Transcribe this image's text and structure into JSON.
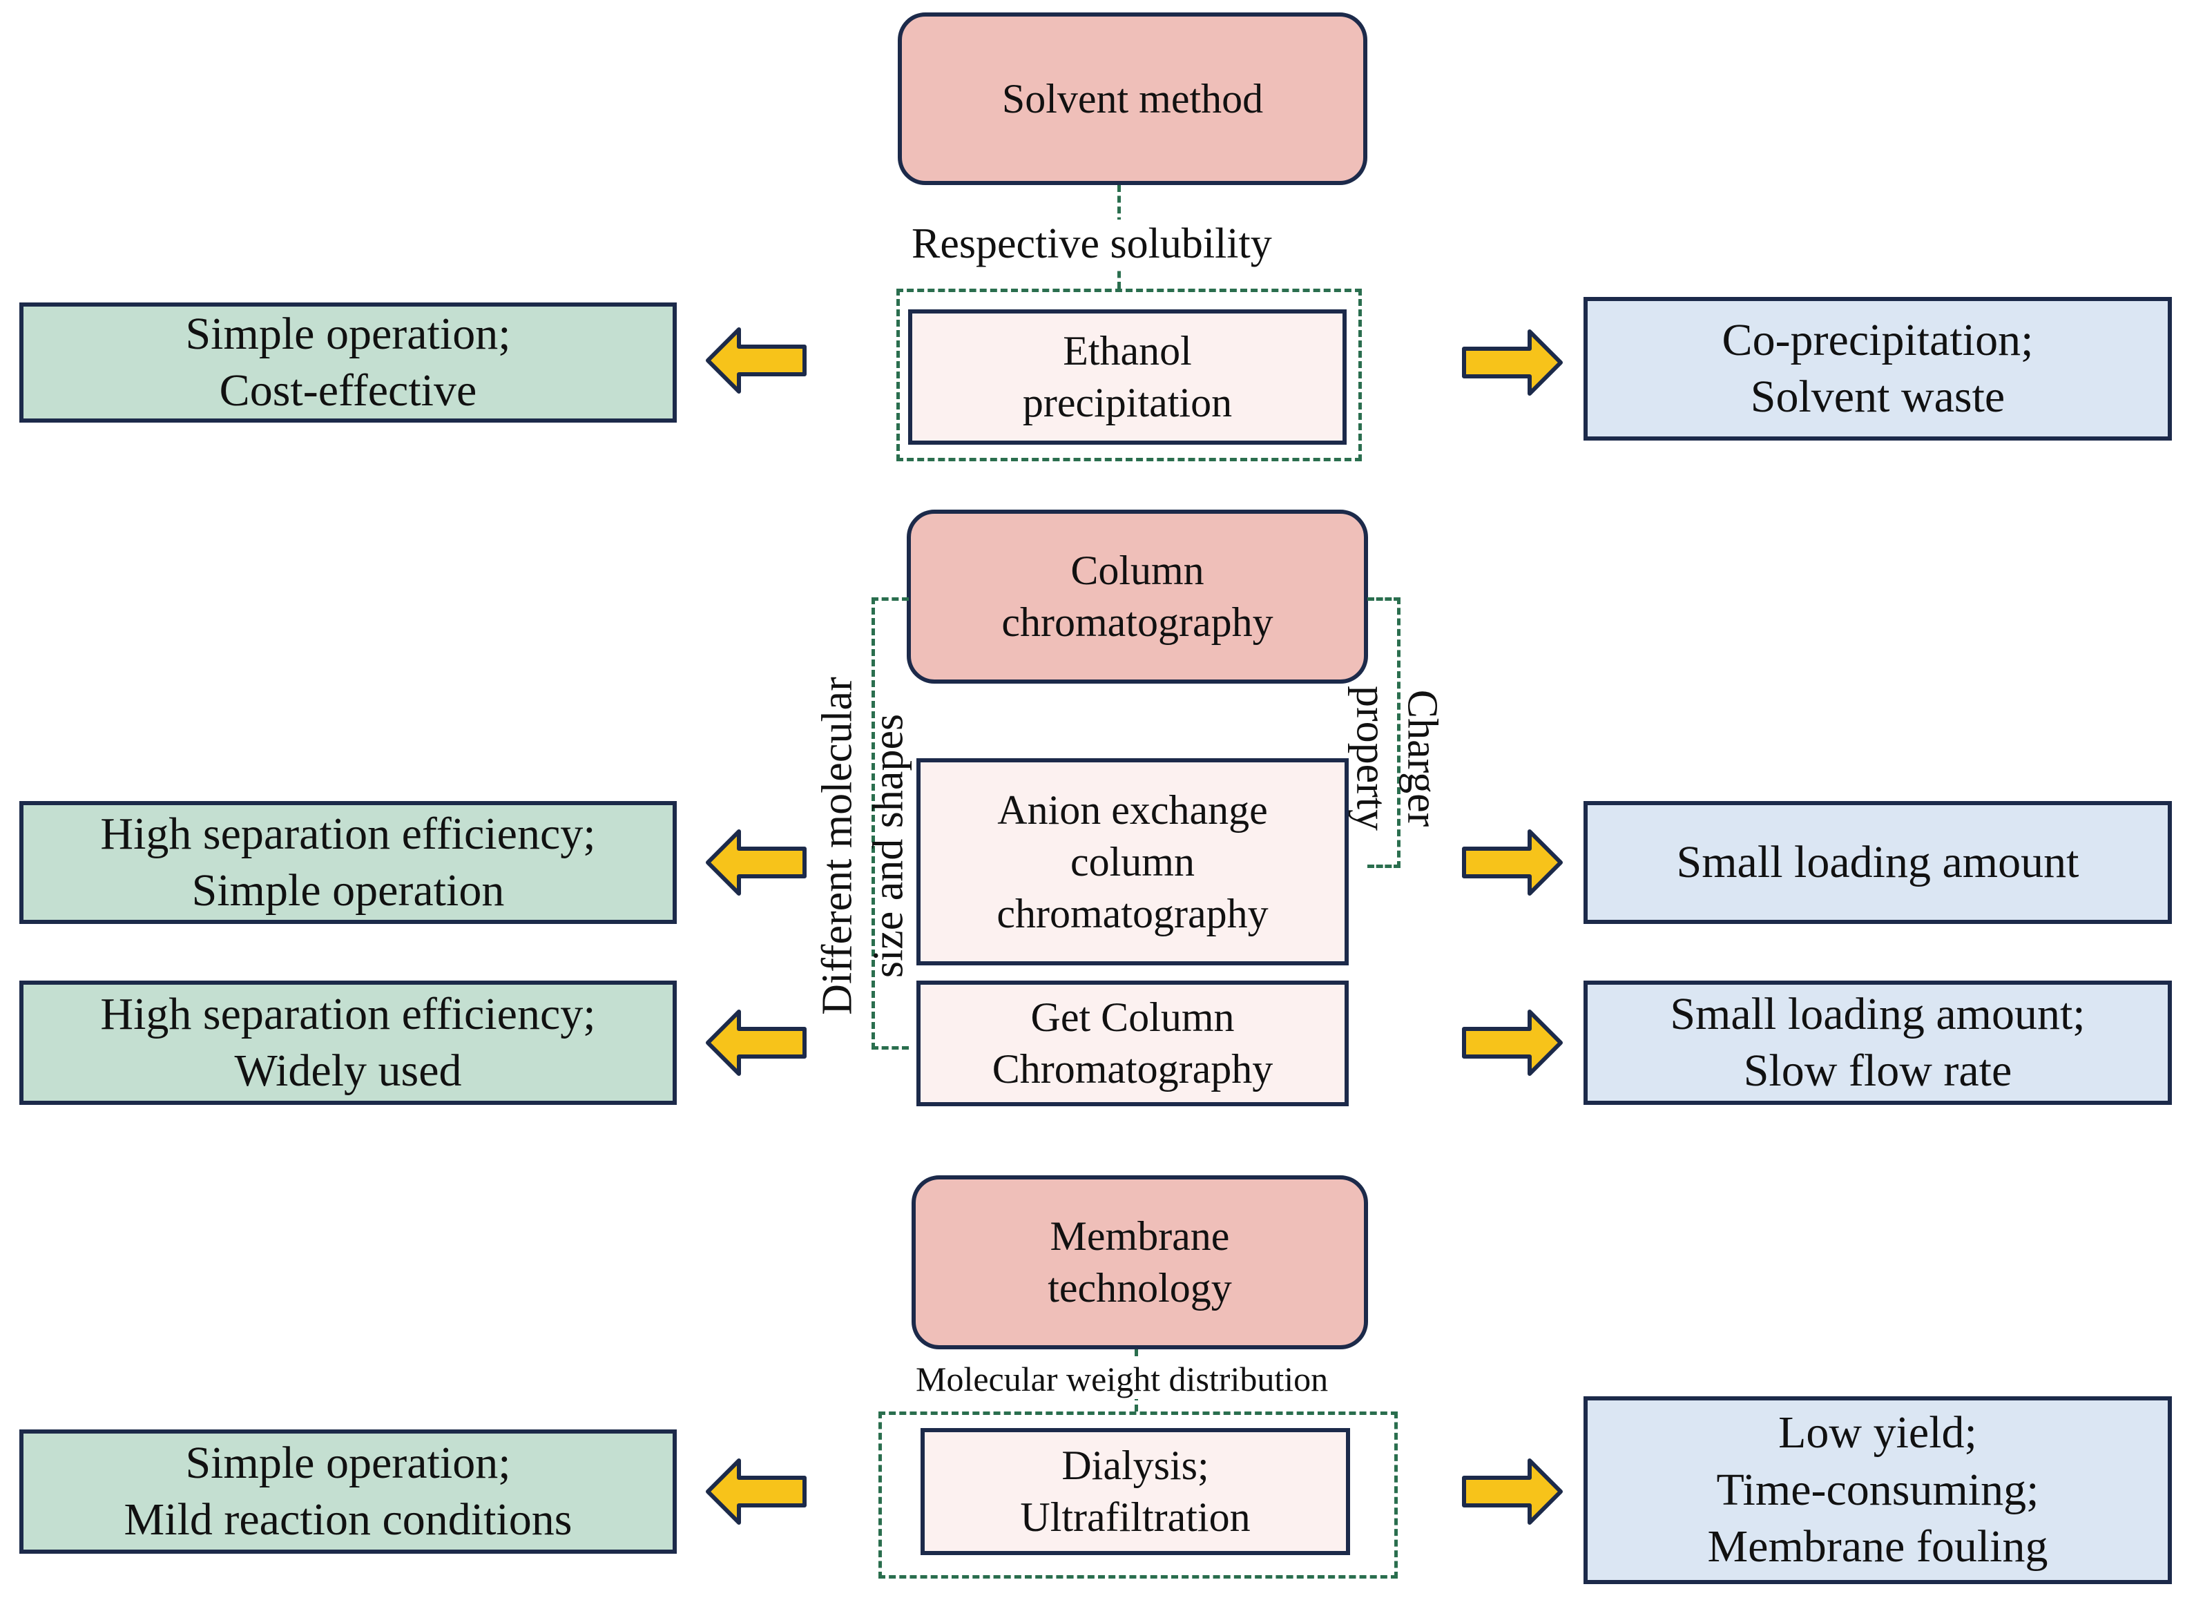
{
  "sections": [
    {
      "method": [
        "Solvent method"
      ],
      "relation": "Respective solubility",
      "techniques": [
        {
          "lines": [
            "Ethanol",
            "precipitation"
          ],
          "advantages": [
            "Simple operation;",
            "Cost-effective"
          ],
          "disadvantages": [
            "Co-precipitation;",
            "Solvent waste"
          ]
        }
      ]
    },
    {
      "method": [
        "Column",
        "chromatography"
      ],
      "relation_left": [
        "Different molecular",
        "size and shapes"
      ],
      "relation_right": [
        "Charger",
        "property"
      ],
      "techniques": [
        {
          "lines": [
            "Anion exchange",
            "column",
            "chromatography"
          ],
          "advantages": [
            "High separation efficiency;",
            "Simple operation"
          ],
          "disadvantages": [
            "Small loading amount"
          ]
        },
        {
          "lines": [
            "Get Column",
            "Chromatography"
          ],
          "advantages": [
            "High separation efficiency;",
            "Widely used"
          ],
          "disadvantages": [
            "Small loading amount;",
            "Slow flow rate"
          ]
        }
      ]
    },
    {
      "method": [
        "Membrane",
        "technology"
      ],
      "relation": "Molecular weight distribution",
      "techniques": [
        {
          "lines": [
            "Dialysis;",
            "Ultrafiltration"
          ],
          "advantages": [
            "Simple operation;",
            "Mild reaction conditions"
          ],
          "disadvantages": [
            "Low yield;",
            "Time-consuming;",
            "Membrane fouling"
          ]
        }
      ]
    }
  ],
  "colors": {
    "method_fill": "#efbfb9",
    "technique_fill": "#fcf1f0",
    "advantage_fill": "#c4dfd1",
    "disadvantage_fill": "#dbe6f3",
    "arrow_fill": "#f7c31a",
    "outline": "#1c2a4a",
    "dashed_group": "#2a6e4e"
  }
}
